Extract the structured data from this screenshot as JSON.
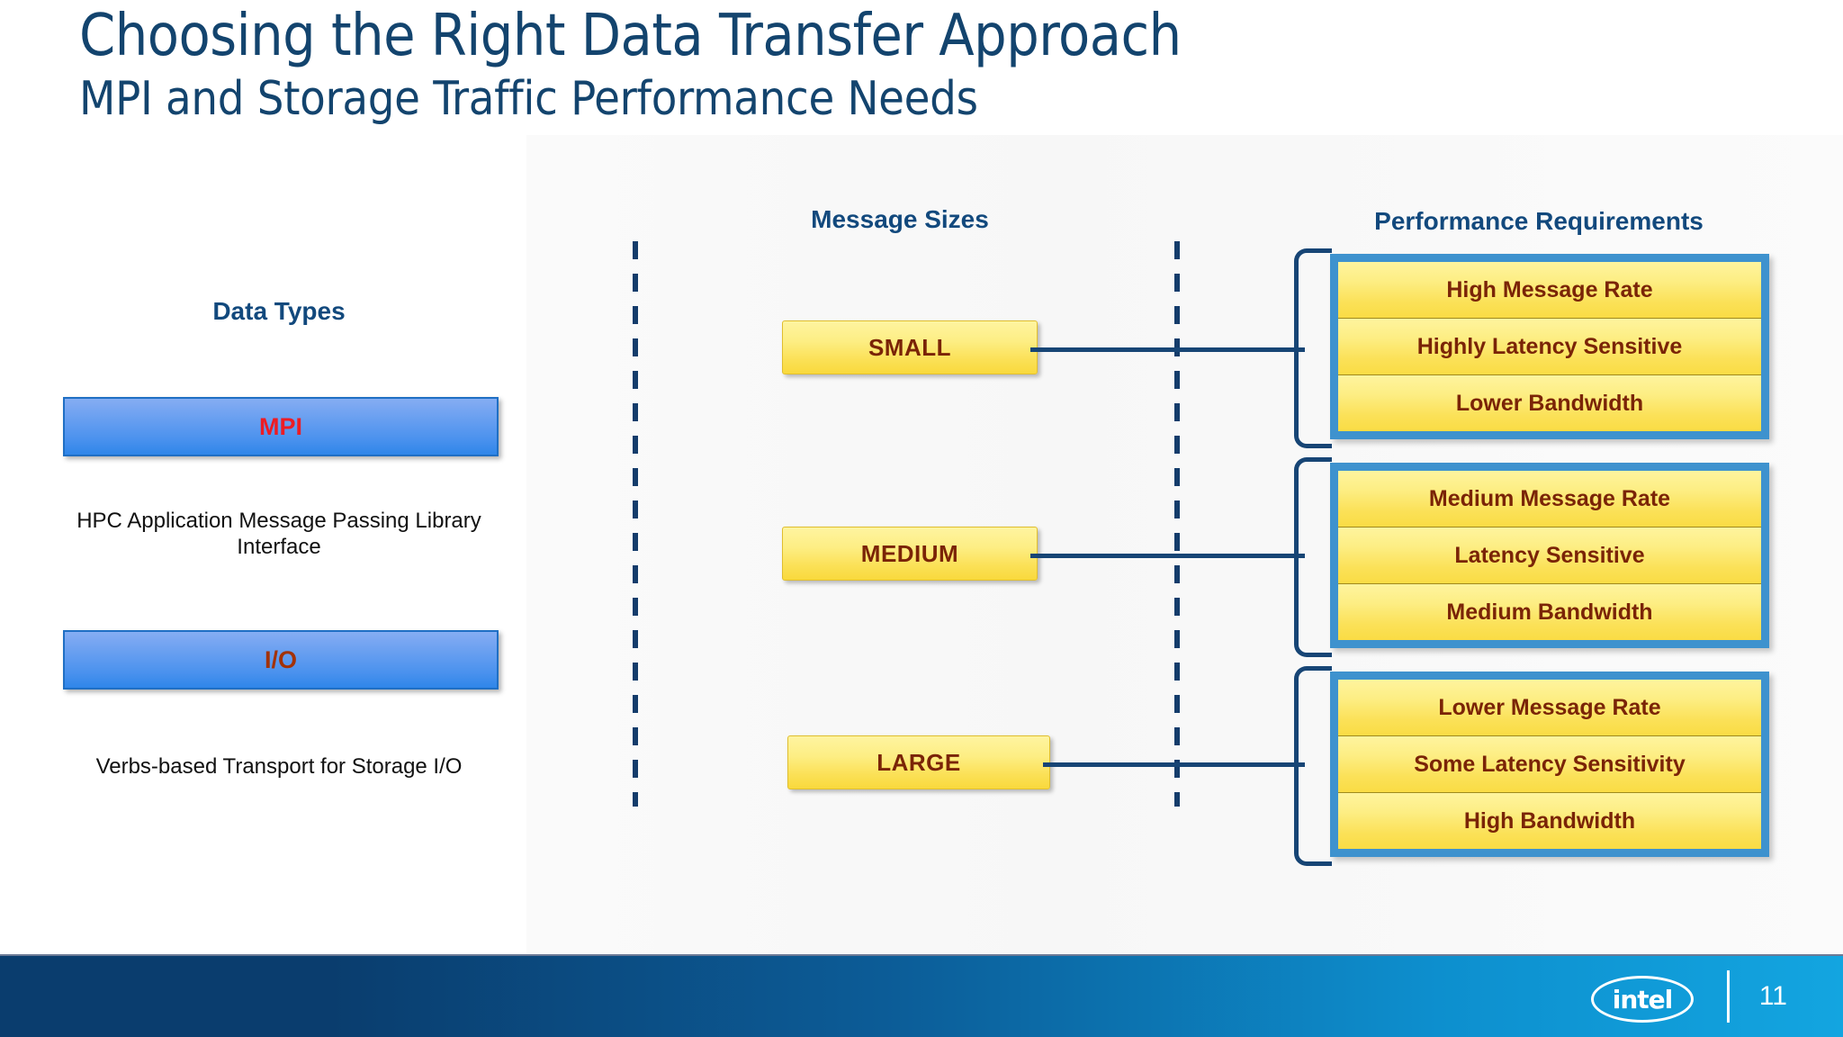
{
  "slide": {
    "title": "Choosing the Right Data Transfer Approach",
    "subtitle": "MPI and Storage Traffic Performance Needs"
  },
  "columns": {
    "data_types_header": "Data Types",
    "message_sizes_header": "Message Sizes",
    "performance_requirements_header": "Performance Requirements"
  },
  "data_types": [
    {
      "label": "MPI",
      "label_color": "#ED1C24",
      "description": "HPC Application Message Passing Library Interface"
    },
    {
      "label": "I/O",
      "label_color": "#A33205",
      "description": "Verbs-based Transport for Storage I/O"
    }
  ],
  "message_sizes": [
    {
      "label": "SMALL"
    },
    {
      "label": "MEDIUM"
    },
    {
      "label": "LARGE"
    }
  ],
  "performance_groups": [
    {
      "for_size": "SMALL",
      "rows": [
        "High Message Rate",
        "Highly Latency Sensitive",
        "Lower Bandwidth"
      ]
    },
    {
      "for_size": "MEDIUM",
      "rows": [
        "Medium Message Rate",
        "Latency Sensitive",
        "Medium Bandwidth"
      ]
    },
    {
      "for_size": "LARGE",
      "rows": [
        "Lower Message Rate",
        "Some Latency Sensitivity",
        "High Bandwidth"
      ]
    }
  ],
  "footer": {
    "brand": "intel",
    "page_number": "11"
  },
  "colors": {
    "title_blue": "#13446E",
    "header_blue": "#12497D",
    "box_blue_light": "#85AEF3",
    "box_blue_dark": "#2F86E9",
    "yellow_light": "#FEF49E",
    "yellow_dark": "#F9D93C",
    "yellow_text": "#7A2407",
    "frame_blue": "#3E92CE",
    "line_navy": "#174575",
    "footer_dark": "#0A3D6E",
    "footer_light": "#13A5E0"
  }
}
